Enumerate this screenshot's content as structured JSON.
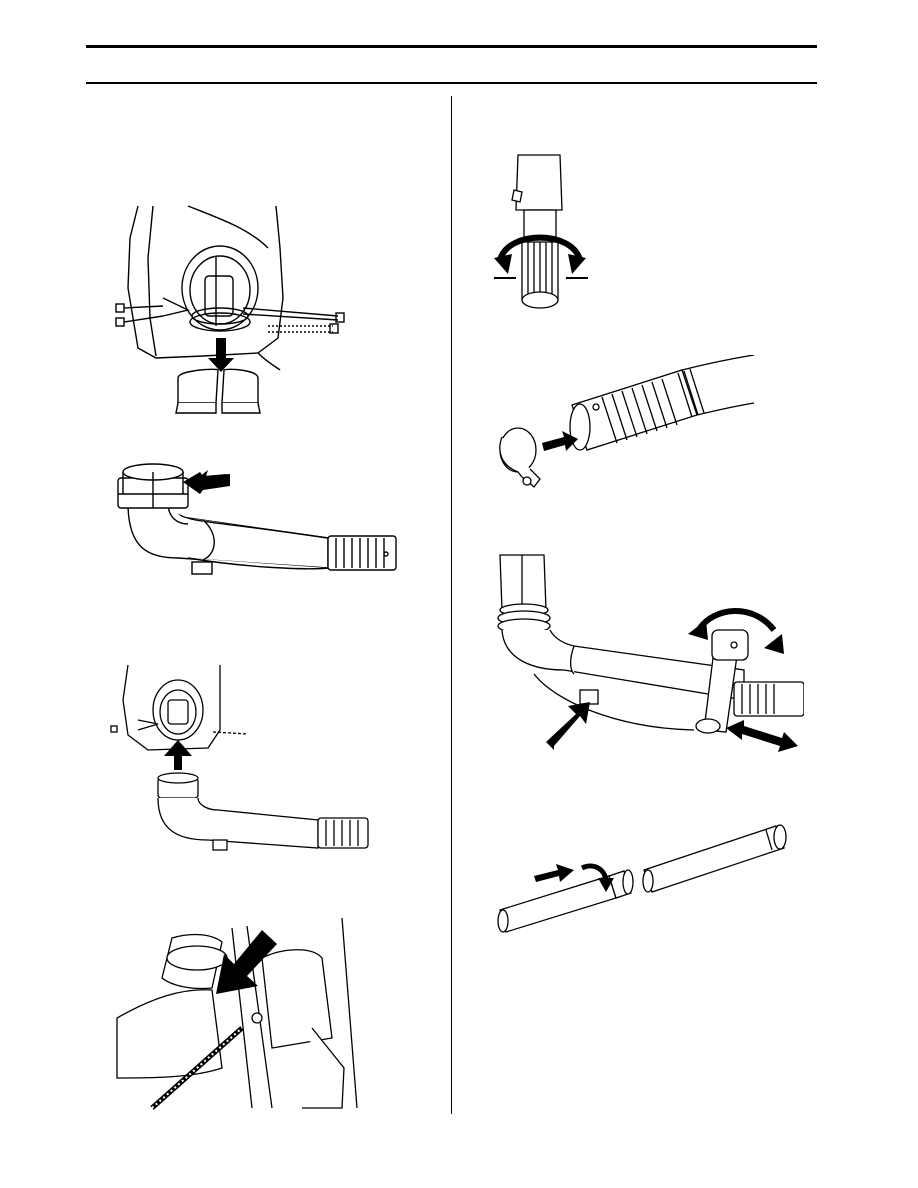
{
  "page": {
    "figures": [
      {
        "id": "fig-1",
        "subject": "remove-outlet-cover-from-blower-housing"
      },
      {
        "id": "fig-2",
        "subject": "pipe-elbow-with-clamp"
      },
      {
        "id": "fig-3",
        "subject": "fit-pipe-elbow-to-housing"
      },
      {
        "id": "fig-4",
        "subject": "fit-hose-into-clip"
      },
      {
        "id": "fig-5",
        "subject": "rotate-pipe-section"
      },
      {
        "id": "fig-6",
        "subject": "slide-clamp-onto-pipe"
      },
      {
        "id": "fig-7",
        "subject": "attach-adjustable-handle"
      },
      {
        "id": "fig-8",
        "subject": "join-blower-tubes"
      }
    ],
    "icons": [
      "arrow-icon",
      "rotate-arrow-icon",
      "double-arrow-icon"
    ],
    "colors": {
      "ink": "#000000",
      "paper": "#ffffff"
    }
  }
}
